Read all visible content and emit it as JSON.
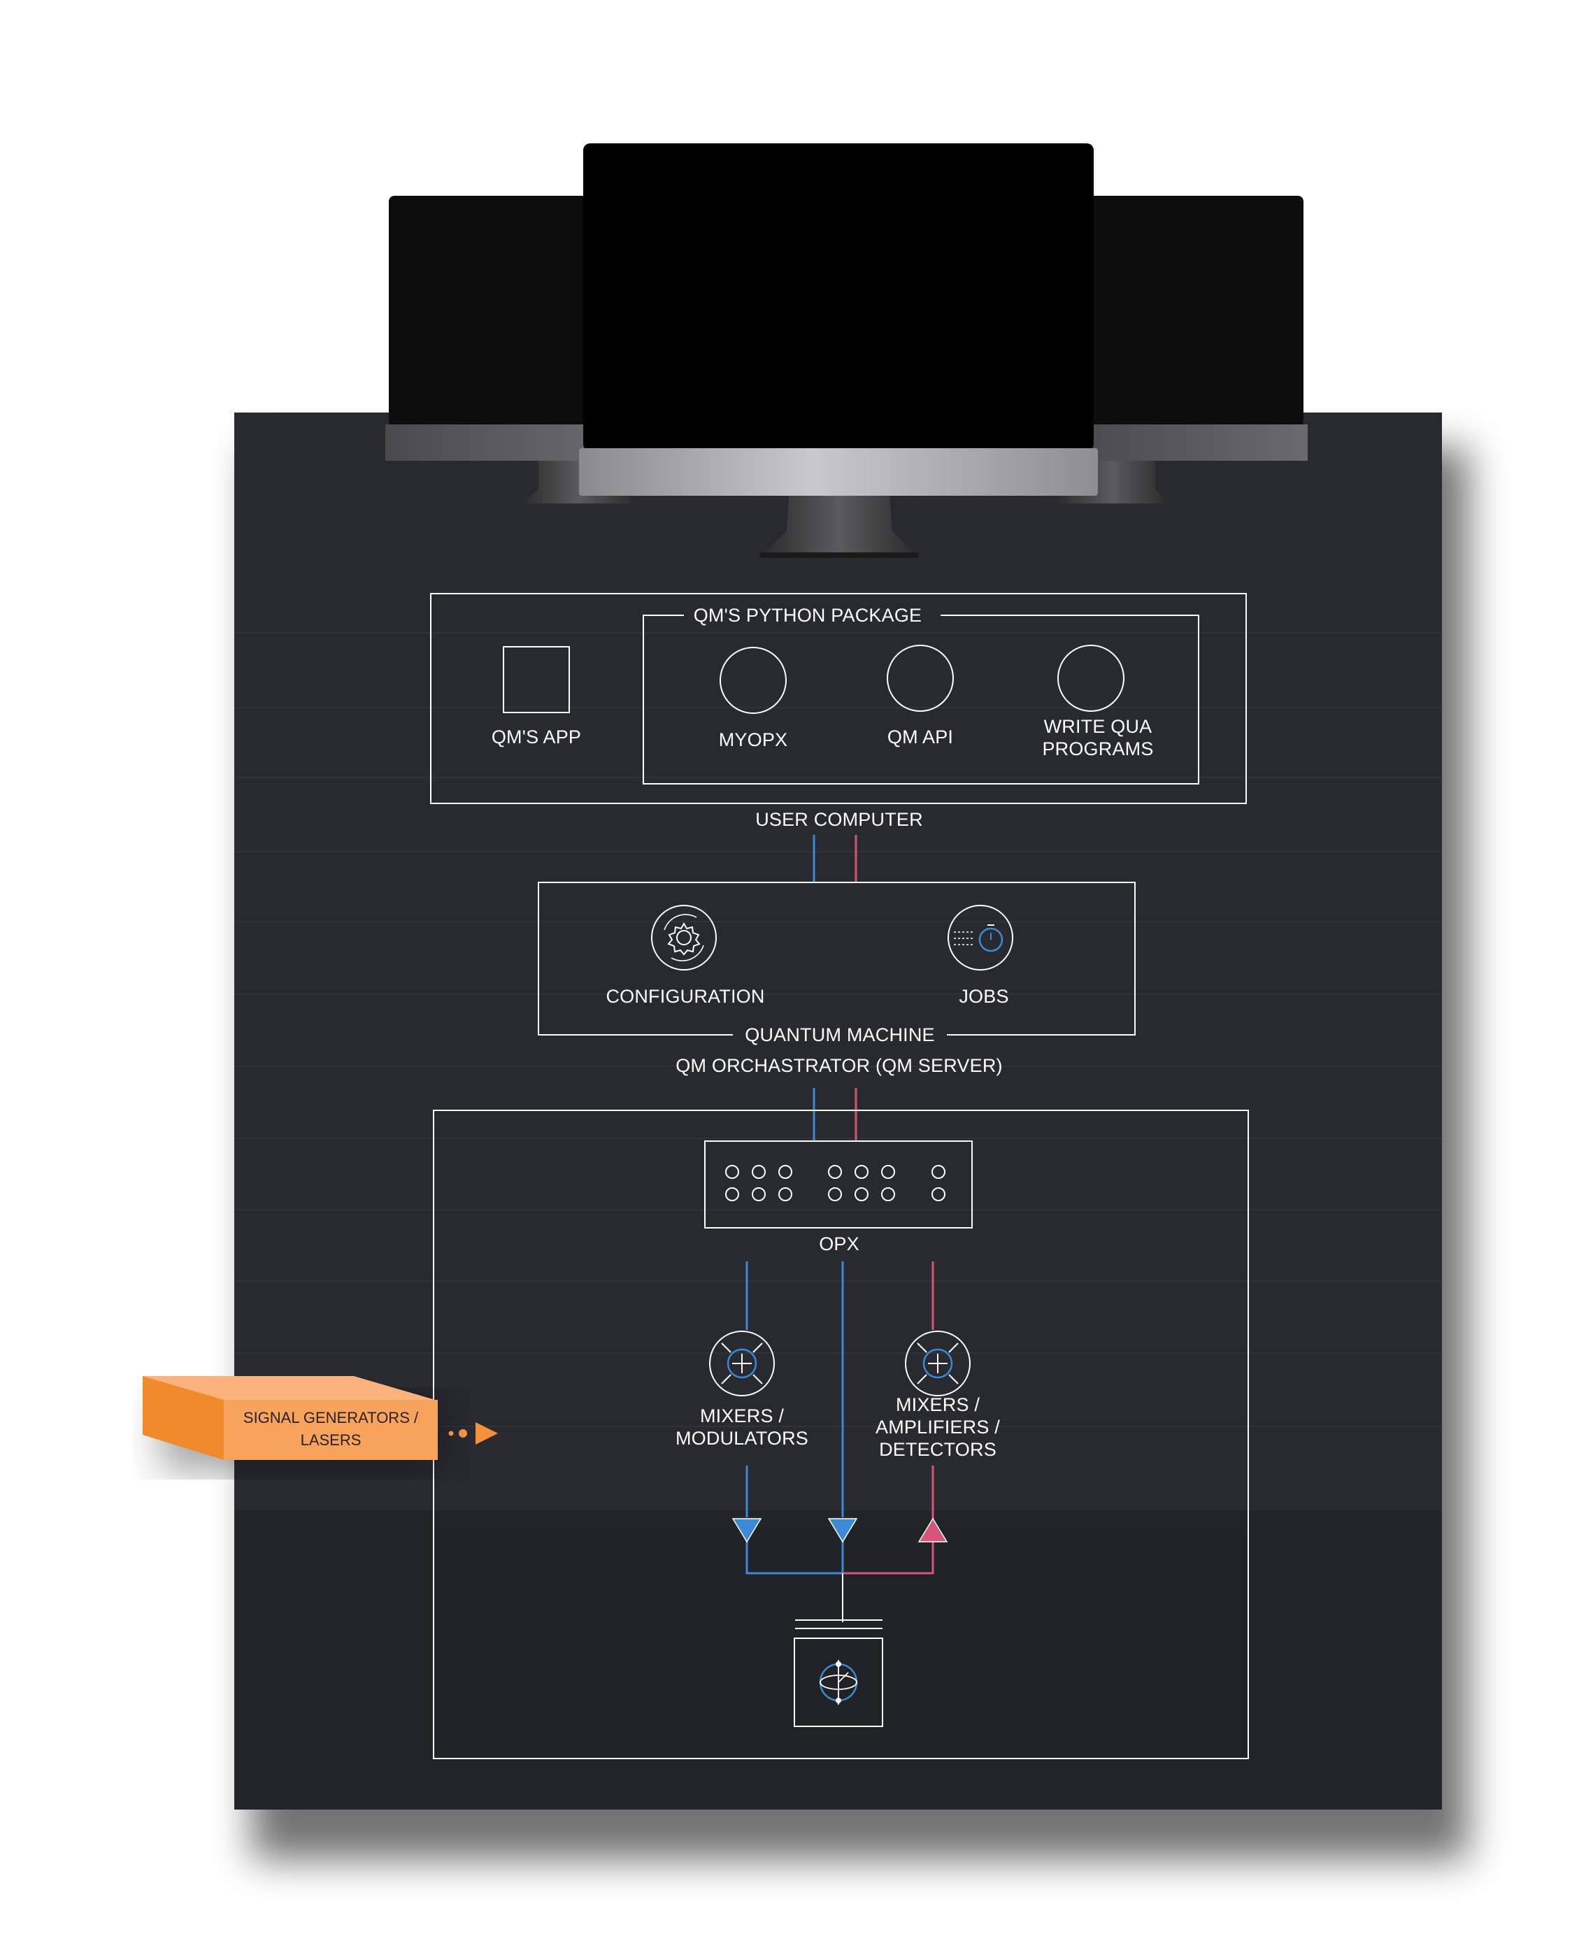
{
  "user_computer": {
    "caption": "USER COMPUTER",
    "app": {
      "label": "QM'S APP",
      "icon": "square-icon"
    },
    "python_package": {
      "title": "QM'S PYTHON PACKAGE",
      "items": [
        {
          "label": "MYOPX",
          "icon": "circle-icon"
        },
        {
          "label": "QM API",
          "icon": "circle-icon"
        },
        {
          "label_line1": "WRITE QUA",
          "label_line2": "PROGRAMS",
          "icon": "circle-icon"
        }
      ]
    }
  },
  "quantum_machine": {
    "title": "QUANTUM MACHINE",
    "configuration": {
      "label": "CONFIGURATION",
      "icon": "gear-cycle-icon"
    },
    "jobs": {
      "label": "JOBS",
      "icon": "stopwatch-icon"
    }
  },
  "orchestrator": {
    "caption": "QM ORCHASTRATOR (QM SERVER)",
    "opx": {
      "label": "OPX",
      "icon": "port-panel-icon"
    },
    "mixers_left": {
      "line1": "MIXERS /",
      "line2": "MODULATORS",
      "icon": "mixer-icon"
    },
    "mixers_right": {
      "line1": "MIXERS /",
      "line2": "AMPLIFIERS /",
      "line3": "DETECTORS",
      "icon": "mixer-icon"
    },
    "qubit": {
      "icon": "qubit-icon"
    }
  },
  "signal_generators": {
    "line1": "SIGNAL GENERATORS /",
    "line2": "LASERS",
    "icon": "arrow-right-icon"
  },
  "colors": {
    "background": "#292a30",
    "line": "#ffffff",
    "blue": "#3a8ad8",
    "pink": "#d8557a",
    "orange": "#f5913b"
  }
}
